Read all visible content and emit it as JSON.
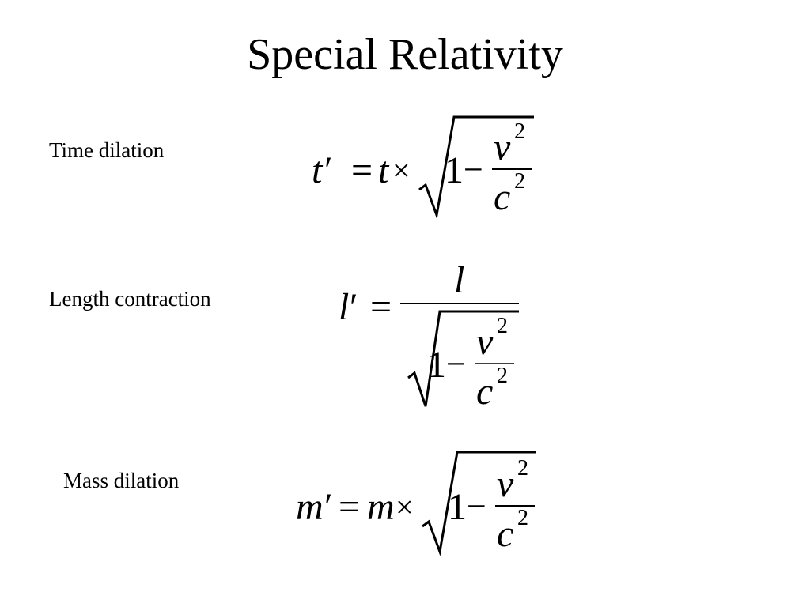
{
  "slide": {
    "title": "Special Relativity"
  },
  "formulas": [
    {
      "label": "Time dilation",
      "lhs": "t",
      "prime": "′",
      "equals": "=",
      "factor": "t",
      "times": "×",
      "one": "1",
      "minus": "−",
      "numerator": "v",
      "denominator": "c",
      "exponent": "2"
    },
    {
      "label": "Length contraction",
      "lhs": "l",
      "prime": "′",
      "equals": "=",
      "numerator_main": "l",
      "one": "1",
      "minus": "−",
      "numerator": "v",
      "denominator": "c",
      "exponent": "2"
    },
    {
      "label": "Mass dilation",
      "lhs": "m",
      "prime": "′",
      "equals": "=",
      "factor": "m",
      "times": "×",
      "one": "1",
      "minus": "−",
      "numerator": "v",
      "denominator": "c",
      "exponent": "2"
    }
  ]
}
